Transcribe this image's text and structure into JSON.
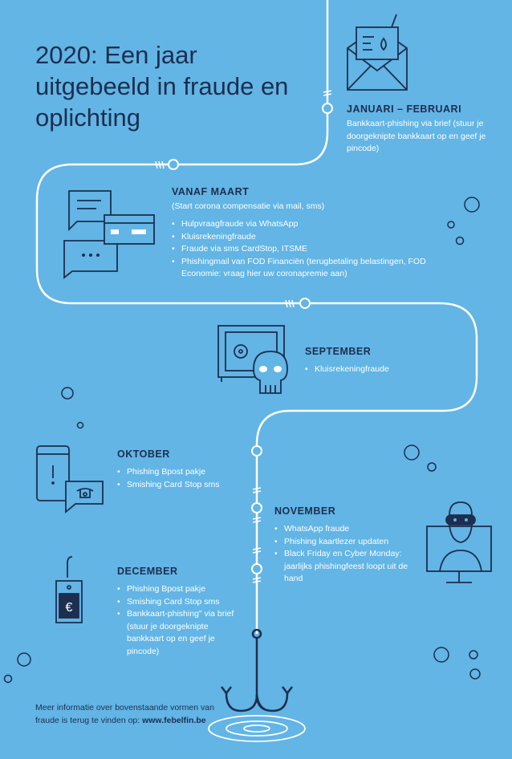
{
  "title": "2020: Een jaar uitgebeeld in fraude en oplichting",
  "sections": {
    "jan_feb": {
      "heading": "JANUARI – FEBRUARI",
      "text": "Bankkaart-phishing via brief (stuur je doorgeknipte bankkaart op en geef je pincode)"
    },
    "maart": {
      "heading": "VANAF MAART",
      "subtitle": "(Start corona compensatie via mail, sms)",
      "items": [
        "Hulpvraagfraude via WhatsApp",
        "Kluisrekeningfraude",
        "Fraude via sms CardStop, ITSME",
        "Phishingmail van FOD Financiën (terugbetaling belastingen, FOD Economie: vraag hier uw coronapremie aan)"
      ]
    },
    "september": {
      "heading": "SEPTEMBER",
      "items": [
        "Kluisrekeningfraude"
      ]
    },
    "oktober": {
      "heading": "OKTOBER",
      "items": [
        "Phishing Bpost pakje",
        "Smishing Card Stop sms"
      ]
    },
    "november": {
      "heading": "NOVEMBER",
      "items": [
        "WhatsApp fraude",
        "Phishing kaartlezer updaten",
        "Black Friday en Cyber Monday: jaarlijks phishingfeest loopt uit de hand"
      ]
    },
    "december": {
      "heading": "DECEMBER",
      "items": [
        "Phishing Bpost pakje",
        "Smishing Card Stop sms",
        "Bankkaart-phishing\" via brief (stuur je doorgeknipte bankkaart op en geef je pincode)"
      ]
    }
  },
  "footer": {
    "text": "Meer informatie over bovenstaande vormen van fraude is terug te vinden op:",
    "link": "www.febelfin.be"
  },
  "colors": {
    "background": "#62b5e5",
    "navy": "#1d2e4f",
    "white": "#ffffff"
  },
  "icons": [
    "envelope-icon",
    "chat-card-icon",
    "safe-skull-icon",
    "phone-chat-icon",
    "hacker-monitor-icon",
    "price-tag-hook-icon",
    "fish-hook-icon"
  ]
}
